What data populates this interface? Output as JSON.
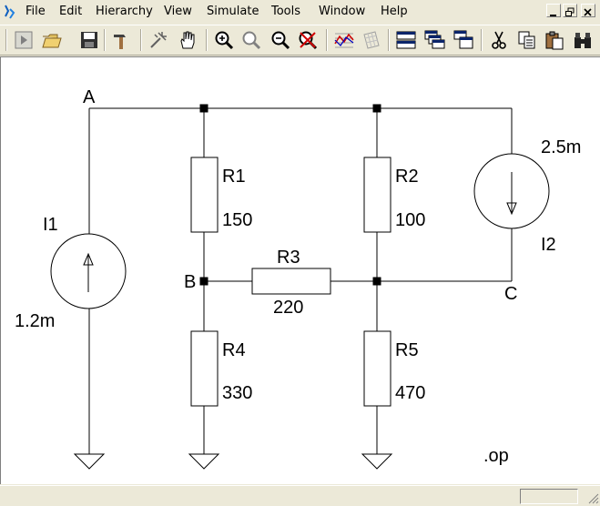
{
  "menu": {
    "items": [
      "File",
      "Edit",
      "Hierarchy",
      "View",
      "Simulate",
      "Tools",
      "Window",
      "Help"
    ]
  },
  "window_controls": [
    "minimize",
    "restore",
    "close"
  ],
  "toolbar": {
    "icons": [
      "run-icon",
      "open-folder-icon",
      "save-icon",
      "hammer-icon",
      "probe-icon",
      "hand-icon",
      "zoom-in-icon",
      "zoom-out-icon",
      "zoom-fit-icon",
      "zoom-cancel-icon",
      "waveform-icon",
      "grid-icon",
      "tile-horizontal-icon",
      "cascade-icon",
      "tile-vertical-icon",
      "cut-icon",
      "copy-icon",
      "paste-icon",
      "find-icon"
    ]
  },
  "schematic": {
    "nodes": {
      "a": "A",
      "b": "B",
      "c": "C"
    },
    "R1": {
      "name": "R1",
      "value": "150"
    },
    "R2": {
      "name": "R2",
      "value": "100"
    },
    "R3": {
      "name": "R3",
      "value": "220"
    },
    "R4": {
      "name": "R4",
      "value": "330"
    },
    "R5": {
      "name": "R5",
      "value": "470"
    },
    "I1": {
      "name": "I1",
      "value": "1.2m"
    },
    "I2": {
      "name": "I2",
      "value": "2.5m"
    },
    "directive": ".op"
  }
}
